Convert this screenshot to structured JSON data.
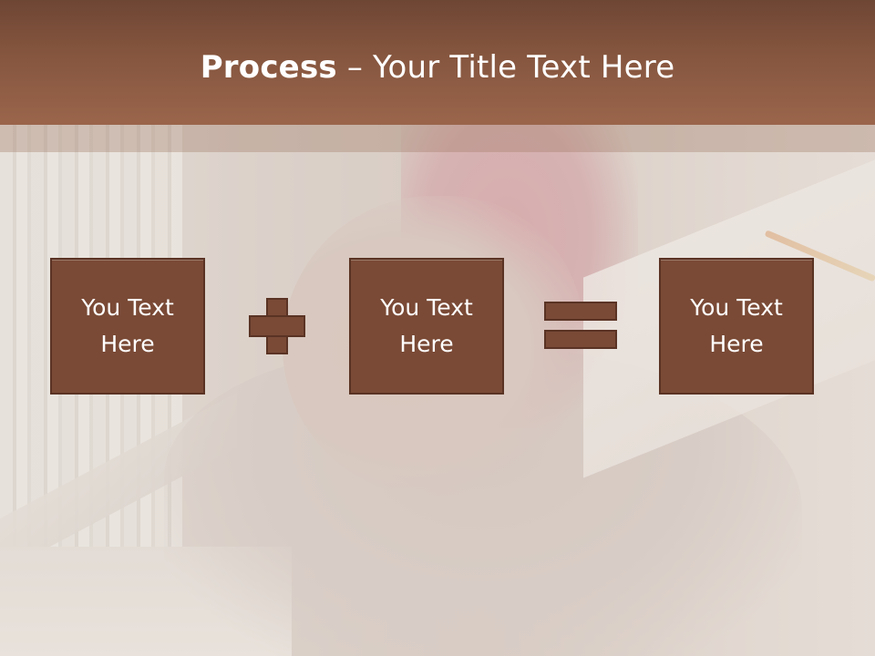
{
  "slide": {
    "title_bold": "Process",
    "title_rest": " – Your Title Text Here"
  },
  "process": {
    "boxes": [
      {
        "line1": "You Text",
        "line2": "Here"
      },
      {
        "line1": "You Text",
        "line2": "Here"
      },
      {
        "line1": "You Text",
        "line2": "Here"
      }
    ],
    "operator_1": "plus-icon",
    "operator_2": "equals-icon"
  },
  "colors": {
    "banner": "#86563f",
    "box_fill": "#7a4a36",
    "box_border": "#5a3324",
    "text": "#ffffff"
  }
}
